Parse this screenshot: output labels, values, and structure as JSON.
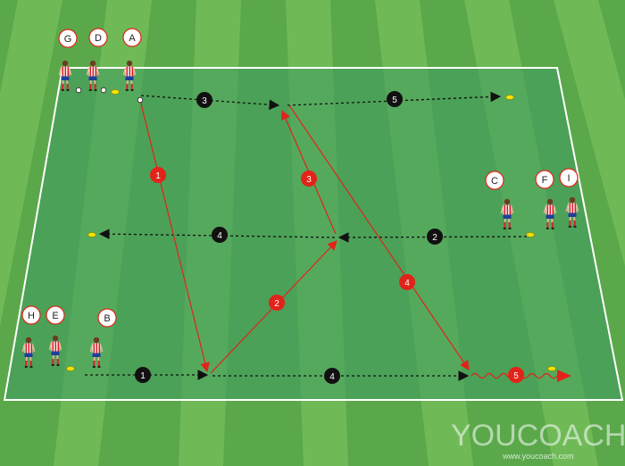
{
  "colors": {
    "grass_light": "#6fba57",
    "grass_dark": "#5aa84a",
    "field_fill": "#3f9a62",
    "field_line": "#ffffff",
    "pass_line": "#111111",
    "run_line": "#e2231a",
    "player_badge_fill": "#ffffff",
    "player_badge_stroke": "#e2231a",
    "step_black": "#111111",
    "step_red": "#e2231a",
    "cone": "#f2e200",
    "shirt_red": "#d4202a",
    "shirt_white": "#ffffff",
    "shorts": "#1f3f9a"
  },
  "players": [
    "G",
    "D",
    "A",
    "C",
    "F",
    "I",
    "H",
    "E",
    "B"
  ],
  "steps": {
    "black": [
      "3",
      "5",
      "4",
      "2",
      "1",
      "4"
    ],
    "red": [
      "1",
      "3",
      "2",
      "4",
      "5"
    ]
  },
  "brand": {
    "name": "YOUCOACH",
    "url": "www.youcoach.com"
  }
}
